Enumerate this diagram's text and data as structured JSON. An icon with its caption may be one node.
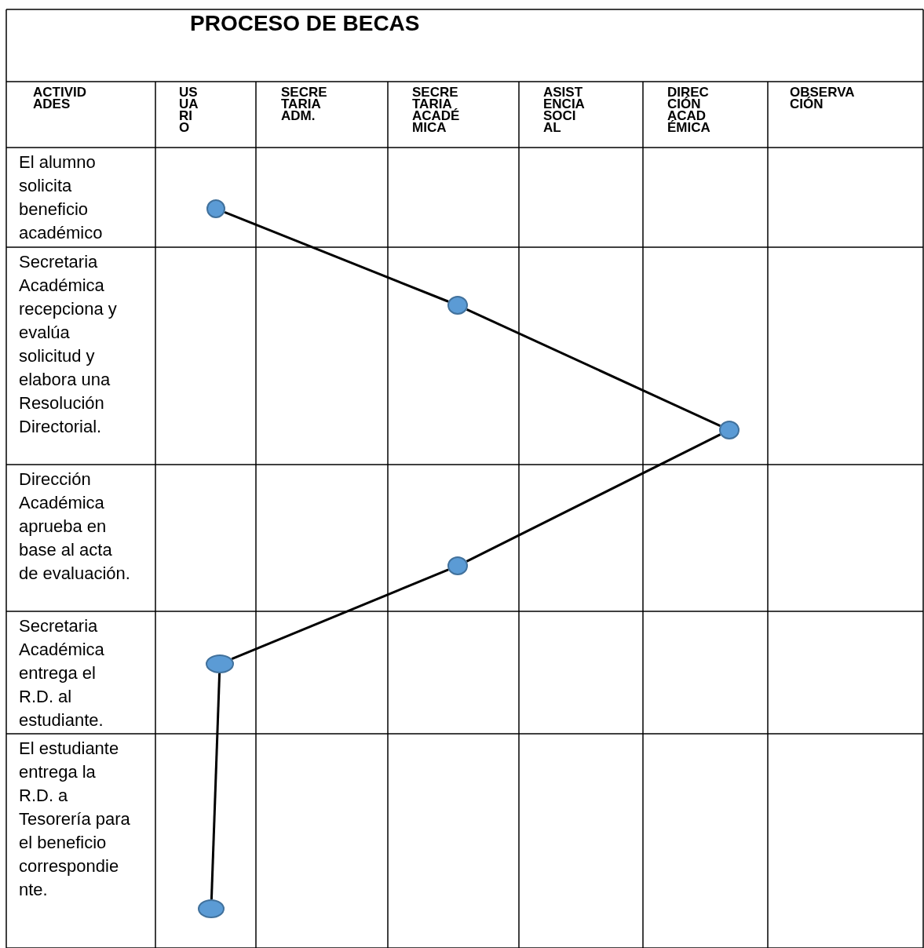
{
  "diagram": {
    "title": "PROCESO DE BECAS",
    "nodes": [
      {
        "text": [],
        "shape": "circle"
      },
      {
        "text": [],
        "shape": "circle"
      },
      {
        "text": [],
        "shape": "circle"
      },
      {
        "text": [],
        "shape": "circle"
      },
      {
        "text": [],
        "shape": "circle"
      },
      {
        "text": [],
        "shape": "circle"
      }
    ],
    "edges": [
      {
        "from": 0,
        "to": 1,
        "arrow": "none"
      },
      {
        "from": 1,
        "to": 2,
        "arrow": "none"
      },
      {
        "from": 2,
        "to": 3,
        "arrow": "none"
      },
      {
        "from": 3,
        "to": 4,
        "arrow": "none"
      },
      {
        "from": 4,
        "to": 5,
        "arrow": "none"
      }
    ],
    "labels": [
      "ACTIVID ADES",
      "US UA RI O",
      "SECRE TARIA ADM.",
      "SECRE TARIA ACADÉ MICA",
      "ASIST ENCIA SOCI AL",
      "DIREC CIÓN ACAD ÉMICA",
      "OBSERVA CIÓN",
      "El alumno solicita beneficio académico",
      "Secretaria Académica recepciona y evalúa solicitud y elabora una Resolución Directorial.",
      "Dirección Académica aprueba en base al acta de evaluación.",
      "Secretaria Académica entrega el R.D. al estudiante.",
      "El estudiante entrega la R.D. a Tesorería para el beneficio correspondie nte."
    ]
  }
}
